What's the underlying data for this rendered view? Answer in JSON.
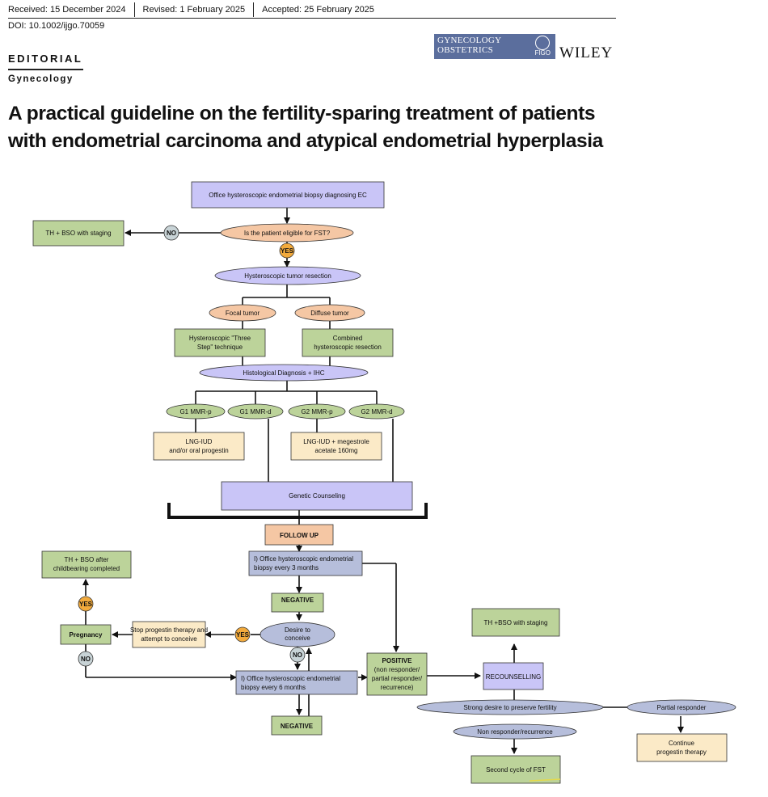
{
  "header": {
    "received": "Received: 15 December 2024",
    "revised": "Revised: 1 February 2025",
    "accepted": "Accepted: 25 February 2025",
    "doi": "DOI: 10.1002/ijgo.70059",
    "section": "EDITORIAL",
    "subsection": "Gynecology",
    "journal_logo_line1": "GYNECOLOGY",
    "journal_logo_line2": "OBSTETRICS",
    "journal_logo_badge": "FIGO",
    "publisher": "WILEY"
  },
  "title": "A practical guideline on the fertility-sparing treatment of patients with endometrial carcinoma and atypical endometrial hyperplasia",
  "flowchart": {
    "office_biopsy": "Office hysteroscopic endometrial biopsy diagnosing EC",
    "eligible_q": "Is the patient eligible for FST?",
    "no": "NO",
    "yes": "YES",
    "th_bso_staging": "TH + BSO with staging",
    "hyst_resection": "Hysteroscopic tumor resection",
    "focal": "Focal tumor",
    "diffuse": "Diffuse tumor",
    "three_step_1": "Hysteroscopic \"Three",
    "three_step_2": "Step\" technique",
    "combined_1": "Combined",
    "combined_2": "hysteroscopic resection",
    "histo_dx": "Histological Diagnosis + IHC",
    "g1p": "G1 MMR-p",
    "g1d": "G1 MMR-d",
    "g2p": "G2 MMR-p",
    "g2d": "G2 MMR-d",
    "lng1_1": "LNG-IUD",
    "lng1_2": "and/or oral progestin",
    "lng2_1": "LNG-IUD + megestrole",
    "lng2_2": "acetate 160mg",
    "genetic": "Genetic Counseling",
    "follow_up": "FOLLOW UP",
    "fu3_1": "I) Office hysteroscopic endometrial",
    "fu3_2": "biopsy every 3 months",
    "negative": "NEGATIVE",
    "desire_1": "Desire to",
    "desire_2": "conceive",
    "stop_1": "Stop progestin therapy and",
    "stop_2": "attempt to conceive",
    "pregnancy": "Pregnancy",
    "th_after_1": "TH + BSO after",
    "th_after_2": "childbearing completed",
    "fu6_1": "I) Office hysteroscopic endometrial",
    "fu6_2": "biopsy every 6 months",
    "positive": "POSITIVE",
    "pos_1": "(non responder/",
    "pos_2": "partial responder/",
    "pos_3": "recurrence)",
    "recounselling": "RECOUNSELLING",
    "th_bso_staging2": "TH +BSO with staging",
    "strong_desire": "Strong desire to preserve fertility",
    "partial_resp": "Partial responder",
    "non_resp": "Non responder/recurrence",
    "continue_1": "Continue",
    "continue_2": "progestin therapy",
    "second_cycle": "Second cycle of FST"
  }
}
